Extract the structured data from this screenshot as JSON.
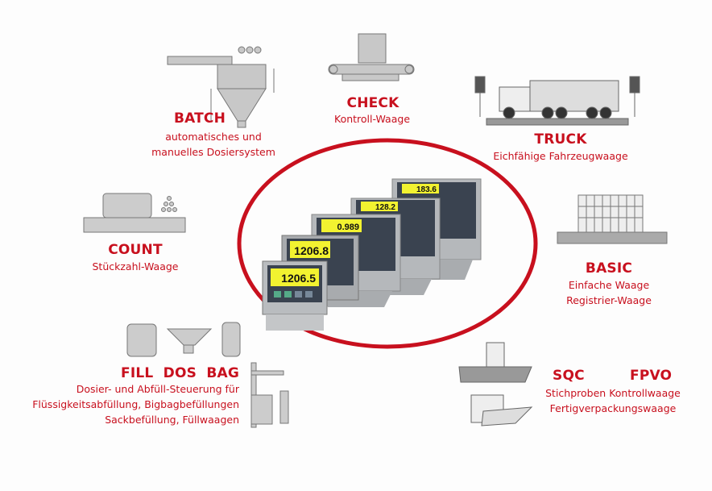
{
  "colors": {
    "accent": "#c8101e",
    "icon": "#9a9a9a"
  },
  "sections": {
    "batch": {
      "title": "BATCH",
      "lines": [
        "automatisches und",
        "manuelles Dosiersystem"
      ],
      "icon": "hopper-screw-feeder-icon"
    },
    "check": {
      "title": "CHECK",
      "lines": [
        "Kontroll-Waage"
      ],
      "icon": "conveyor-checkweigher-icon"
    },
    "truck": {
      "title": "TRUCK",
      "lines": [
        "Eichfähige Fahrzeugwaage"
      ],
      "icon": "truck-scale-icon"
    },
    "count": {
      "title": "COUNT",
      "lines": [
        "Stückzahl-Waage"
      ],
      "icon": "counting-scale-icon"
    },
    "basic": {
      "title": "BASIC",
      "lines": [
        "Einfache Waage",
        "Registrier-Waage"
      ],
      "icon": "platform-scale-icon"
    },
    "fill": {
      "title": "FILL  DOS  BAG",
      "lines": [
        "Dosier- und Abfüll-Steuerung für",
        "Flüssigkeitsabfüllung, Bigbagbefüllungen",
        "Sackbefüllung, Füllwaagen"
      ],
      "icon": "filling-station-icon"
    },
    "sqc": {
      "title": "SQC",
      "title2": "FPVO",
      "lines": [
        "Stichproben Kontrollwaage",
        "Fertigverpackungswaage"
      ],
      "icon": "sample-check-scale-icon"
    }
  },
  "center": {
    "icon": "weighing-terminals-icon",
    "displays": [
      "1206.5",
      "1206.8",
      "0.989",
      "128.2",
      "183.6"
    ]
  }
}
